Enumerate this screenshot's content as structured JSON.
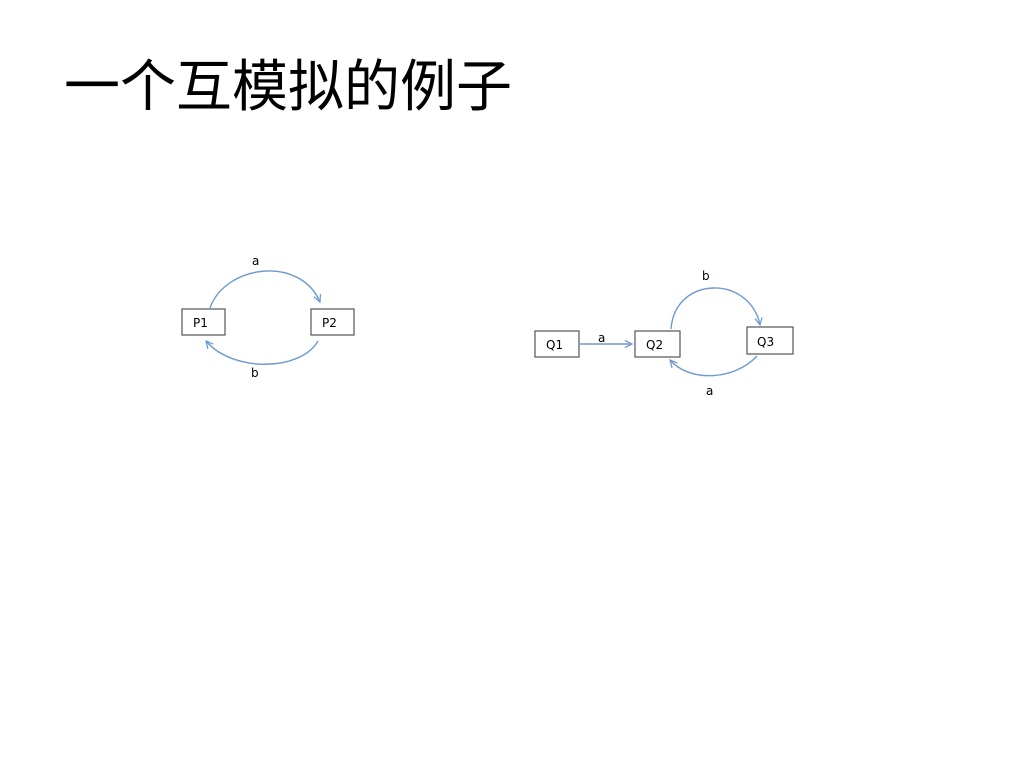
{
  "title": "一个互模拟的例子",
  "colors": {
    "edge": "#6f9ad0",
    "node_border": "#555555",
    "text": "#000000"
  },
  "left_system": {
    "nodes": [
      {
        "id": "P1",
        "label": "P1"
      },
      {
        "id": "P2",
        "label": "P2"
      }
    ],
    "edges": [
      {
        "from": "P1",
        "to": "P2",
        "label": "a"
      },
      {
        "from": "P2",
        "to": "P1",
        "label": "b"
      }
    ]
  },
  "right_system": {
    "nodes": [
      {
        "id": "Q1",
        "label": "Q1"
      },
      {
        "id": "Q2",
        "label": "Q2"
      },
      {
        "id": "Q3",
        "label": "Q3"
      }
    ],
    "edges": [
      {
        "from": "Q1",
        "to": "Q2",
        "label": "a"
      },
      {
        "from": "Q2",
        "to": "Q3",
        "label": "b"
      },
      {
        "from": "Q3",
        "to": "Q2",
        "label": "a"
      }
    ]
  }
}
